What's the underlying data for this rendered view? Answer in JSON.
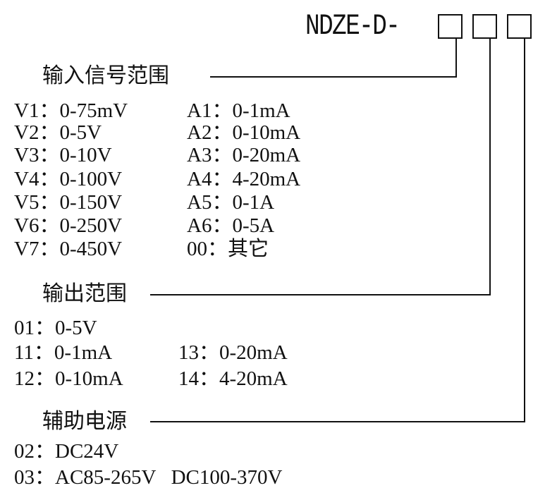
{
  "model": "NDZE-D-",
  "input": {
    "title": "输入信号范围",
    "col1": [
      "V1：0-75mV",
      "V2：0-5V",
      "V3：0-10V",
      "V4：0-100V",
      "V5：0-150V",
      "V6：0-250V",
      "V7：0-450V"
    ],
    "col2": [
      "A1：0-1mA",
      "A2：0-10mA",
      "A3：0-20mA",
      "A4：4-20mA",
      "A5：0-1A",
      "A6：0-5A",
      "00：其它"
    ]
  },
  "output": {
    "title": "输出范围",
    "rows": [
      [
        "01：0-5V",
        ""
      ],
      [
        "11：0-1mA",
        "13：0-20mA"
      ],
      [
        "12：0-10mA",
        "14：4-20mA"
      ]
    ]
  },
  "power": {
    "title": "辅助电源",
    "rows": [
      "02：DC24V",
      "03：AC85-265V   DC100-370V"
    ]
  }
}
